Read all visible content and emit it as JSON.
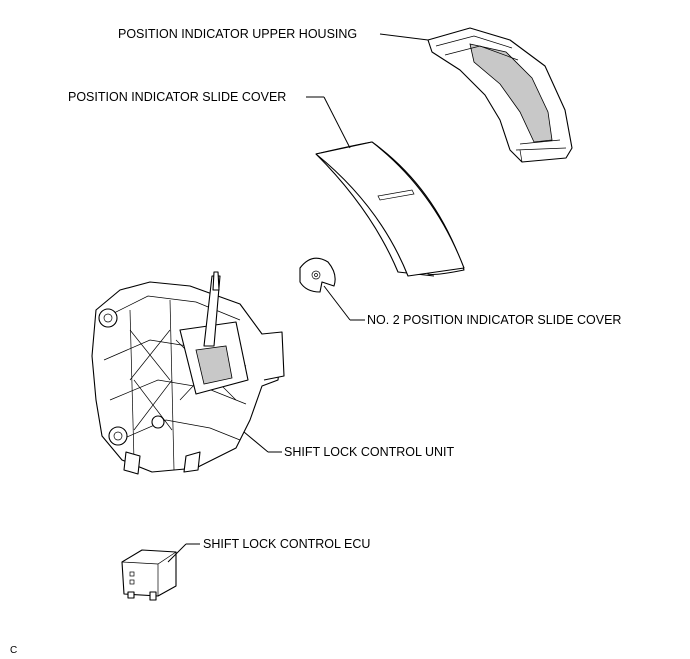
{
  "labels": {
    "upper_housing": "POSITION INDICATOR UPPER HOUSING",
    "slide_cover": "POSITION INDICATOR SLIDE COVER",
    "no2_slide_cover": "NO. 2 POSITION INDICATOR SLIDE COVER",
    "control_unit": "SHIFT LOCK CONTROL UNIT",
    "control_ecu": "SHIFT LOCK CONTROL ECU"
  },
  "figure_code": "C"
}
